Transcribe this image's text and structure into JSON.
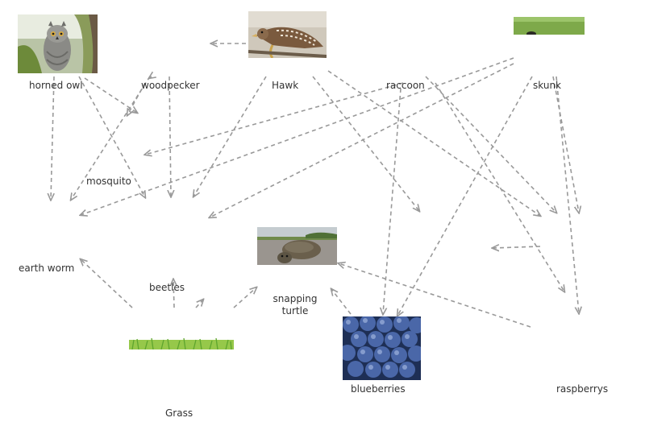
{
  "nodes": {
    "horned_owl": "horned owl",
    "woodpecker": "woodpecker",
    "hawk": "Hawk",
    "raccoon": "raccoon",
    "skunk": "skunk",
    "mosquito": "mosquito",
    "earth_worm": "earth worm",
    "beetles": "beetles",
    "snapping_turtle_line1": "snapping",
    "snapping_turtle_line2": "turtle",
    "blueberries": "blueberries",
    "raspberrys": "raspberrys",
    "grass": "Grass"
  },
  "colors": {
    "arrow": "#999999",
    "label": "#333333"
  }
}
